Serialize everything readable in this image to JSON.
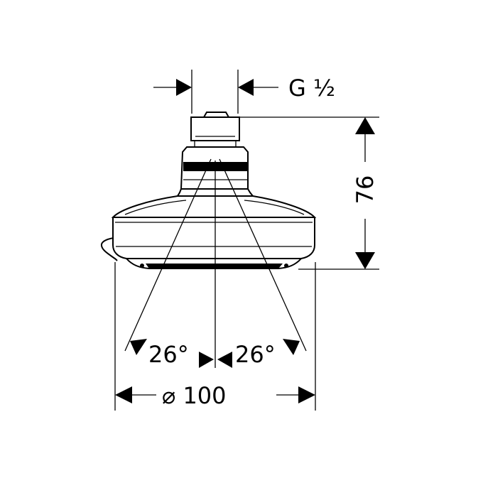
{
  "labels": {
    "thread": "G ½",
    "height": "76",
    "diameter": "⌀ 100",
    "angle_left": "26°",
    "angle_right": "26°"
  }
}
